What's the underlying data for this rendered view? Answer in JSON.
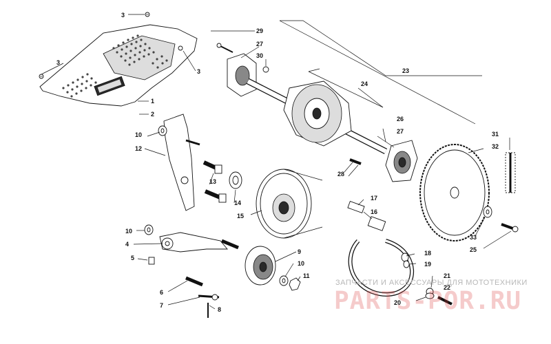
{
  "callouts": {
    "c1": "1",
    "c2": "2",
    "c3a": "3",
    "c3b": "3",
    "c3c": "3",
    "c4": "4",
    "c5": "5",
    "c6": "6",
    "c7": "7",
    "c8": "8",
    "c9": "9",
    "c10a": "10",
    "c10b": "10",
    "c10c": "10",
    "c11": "11",
    "c12": "12",
    "c13": "13",
    "c14": "14",
    "c15": "15",
    "c16": "16",
    "c17": "17",
    "c18": "18",
    "c19": "19",
    "c20": "20",
    "c21": "21",
    "c22": "22",
    "c23": "23",
    "c24": "24",
    "c25": "25",
    "c26": "26",
    "c27a": "27",
    "c27b": "27",
    "c28": "28",
    "c29": "29",
    "c30": "30",
    "c31": "31",
    "c32": "32",
    "c33": "33"
  },
  "watermark": {
    "tagline": "ЗАПЧАСТИ И АКСЕССУАРЫ ДЛЯ МОТОТЕХНИКИ",
    "logo": "PARTS-POR.RU"
  },
  "colors": {
    "line": "#111111",
    "watermark": "#dc4646"
  }
}
